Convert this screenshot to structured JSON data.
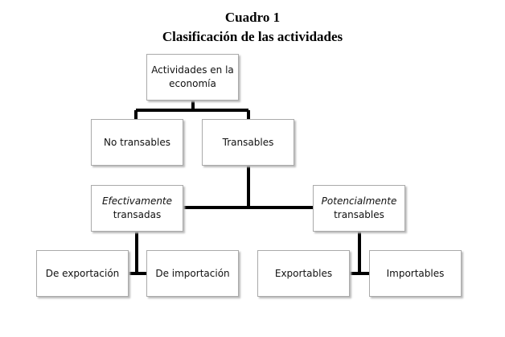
{
  "title": {
    "line1": "Cuadro 1",
    "line2": "Clasificación de las actividades"
  },
  "nodes": {
    "root": {
      "line1": "Actividades en la",
      "line2": "economía"
    },
    "no_transables": "No transables",
    "transables": "Transables",
    "efectivamente": {
      "line1": "Efectivamente",
      "line2": "transadas"
    },
    "potencialmente": {
      "line1": "Potencialmente",
      "line2": "transables"
    },
    "de_exportacion": "De exportación",
    "de_importacion": "De importación",
    "exportables": "Exportables",
    "importables": "Importables"
  }
}
